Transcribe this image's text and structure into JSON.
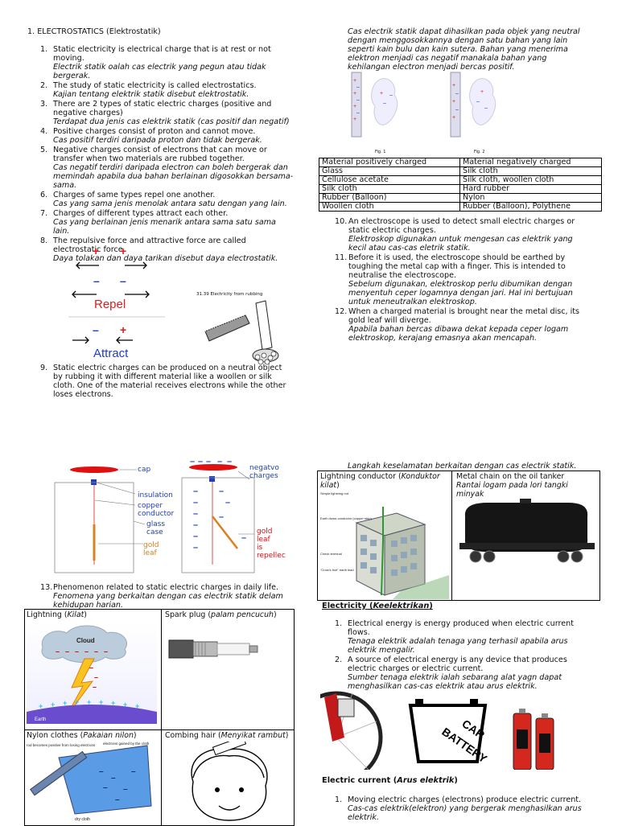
{
  "title": "1. ELECTROSTATICS (Elektrostatik)",
  "points_left": [
    {
      "n": "1.",
      "en": "Static electricity is electrical charge that is at rest or not moving.",
      "ms": "Electrik statik oalah cas electrik yang pegun atau tidak bergerak."
    },
    {
      "n": "2.",
      "en": "The study of static electricity is called electrostatics.",
      "ms": "Kajian tentang elektrik statik disebut elektrostatik."
    },
    {
      "n": "3.",
      "en": "There are 2 types of static electric charges (positive and negative charges)",
      "ms": "Terdapat dua jenis cas elektrik statik (cas positif dan negatif)"
    },
    {
      "n": "4.",
      "en": "Positive charges consist of proton and cannot move.",
      "ms": "Cas positif terdiri daripada proton dan tidak bergerak."
    },
    {
      "n": "5.",
      "en": "Negative charges consist of electrons that can move or transfer when two materials are rubbed together.",
      "ms": "Cas negatif terdiri daripada electron can boleh bergerak dan memindah apabila dua bahan berlainan digosokkan bersama-sama."
    },
    {
      "n": "6.",
      "en": "Charges of same types repel one another.",
      "ms": "Cas yang sama jenis menolak antara satu dengan yang lain."
    },
    {
      "n": "7.",
      "en": "Charges of different types attract each other.",
      "ms": "Cas yang berlainan jenis menarik antara sama satu sama lain."
    },
    {
      "n": "8.",
      "en": "The repulsive force and attractive force are called electrostatic force.",
      "ms": "Daya tolakan dan daya tarikan disebut daya electrostatik."
    }
  ],
  "repel_label": "Repel",
  "attract_label": "Attract",
  "rubbing_caption": "31.39  Electricity from rubbing",
  "point9": {
    "n": "9.",
    "en": "Static electric charges can be produced on a neutral object by rubbing it with different material like a woollen or silk cloth. One of the material receives electrons while the other loses electrons."
  },
  "right_intro": "Cas electrik statik dapat dihasilkan pada objek yang neutral dengan menggosokkannya dengan satu bahan yang lain seperti kain bulu dan kain sutera. Bahan yang menerima elektron menjadi cas negatif manakala bahan yang kehilangan electron menjadi bercas positif.",
  "fig1": "Fig. 1",
  "fig2": "Fig. 2",
  "materials_table": [
    [
      "Material positively charged",
      "Material negatively charged"
    ],
    [
      "Glass",
      "Silk cloth"
    ],
    [
      "Cellulose acetate",
      "Silk cloth, woollen cloth"
    ],
    [
      "Silk cloth",
      "Hard rubber"
    ],
    [
      "Rubber (Balloon)",
      "Nylon"
    ],
    [
      "Woollen cloth",
      "Rubber (Balloon), Polythene"
    ]
  ],
  "points_right": [
    {
      "n": "10.",
      "en": "An electroscope is used to detect small electric charges or static electric charges.",
      "ms": "Elektroskop digunakan untuk mengesan cas elektrik yang kecil atau cas-cas eletrik statik."
    },
    {
      "n": "11.",
      "en": "Before it is used, the electroscope should be earthed by toughing the metal cap with a finger. This is intended to neutralise the electroscope.",
      "ms": "Sebelum digunakan, elektroskop perlu dibumikan dengan menyentuh ceper logamnya dengan jari. Hal ini bertujuan untuk meneutralkan elektroskop."
    },
    {
      "n": "12.",
      "en": "When a charged material is brought near the metal disc, its gold leaf will diverge.",
      "ms": "Apabila bahan bercas dibawa dekat kepada ceper logam elektroskop, kerajang emasnya akan mencapah."
    }
  ],
  "electroscope_labels": {
    "cap": "cap",
    "insulation": "insulation",
    "copper1": "copper",
    "copper2": "conductor",
    "glass1": "glass",
    "glass2": "case",
    "gold1": "gold",
    "gold2": "leaf",
    "neg1": "negatvo",
    "neg2": "charges",
    "g2a": "gold",
    "g2b": "leaf",
    "g2c": "is",
    "g2d": "repellec"
  },
  "point13": {
    "n": "13.",
    "en": "Phenomenon related to static electric charges in daily life.",
    "ms": "Fenomena yang berkaitan dengan  cas electrik statik delam kehidupan harian."
  },
  "phenomena": {
    "lightning_en": "Lightning (",
    "lightning_ms": "Kilat",
    "lightning_end": ")",
    "spark_en": "Spark plug (",
    "spark_ms": "palam pencucuh",
    "spark_end": ")",
    "nylon_en": "Nylon clothes (",
    "nylon_ms": "Pakaian nilon",
    "nylon_end": ")",
    "comb_en": "Combing hair (",
    "comb_ms": "Menyikat rambut",
    "comb_end": ")",
    "cloud": "Cloud",
    "earth": "Earth",
    "rod_text": "rod becomes positive from losing electrons",
    "cloth_text": "electrons gained by the cloth",
    "dry_cloth": "dry cloth"
  },
  "safety_title": "Langkah keselamatan berkaitan dengan cas electrik statik.",
  "safety": {
    "conductor_en": "Lightning conductor (",
    "conductor_ms": "Konduktor kilat",
    "conductor_end": ")",
    "chain_en": "Metal chain on the oil tanker",
    "chain_ms": "Rantai logam pada lori tangki minyak",
    "rod_labels": [
      "Simple lightning rod",
      "Earth down-conductor (copper strip)",
      "Check terminal",
      "\"Crow's foot\" earth lead"
    ]
  },
  "electricity_title": "Electricity (",
  "electricity_ms": "Keelektrikan",
  "electricity_end": ")",
  "electricity_points": [
    {
      "n": "1.",
      "en": "Electrical energy is energy produced when electric current flows.",
      "ms": "Tenaga elektrik adalah tenaga yang terhasil apabila arus elektrik mengalir."
    },
    {
      "n": "2.",
      "en": "A source of electrical energy is any device that produces electric charges or electric current.",
      "ms": "Sumber tenaga elektrik ialah sebarang alat yagn dapat menghasilkan cas-cas elektrik atau arus elektrik."
    }
  ],
  "battery_text": [
    "CAR",
    "BATTERY"
  ],
  "current_title": "Electric current (",
  "current_ms": "Arus elektrik",
  "current_end": ")",
  "current_points": [
    {
      "n": "1.",
      "en": "Moving electric charges (electrons) produce electric current.",
      "ms": "Cas-cas elektrik(elektron) yang bergerak menghasilkan arus elektrik."
    }
  ]
}
